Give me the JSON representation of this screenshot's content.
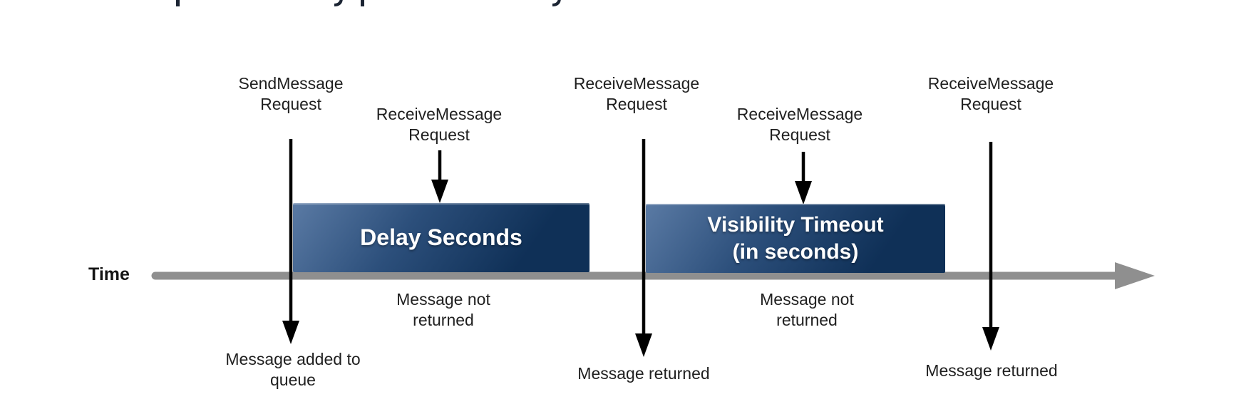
{
  "diagram": {
    "time_axis": {
      "label": "Time"
    },
    "bars": [
      {
        "title": "Delay Seconds"
      },
      {
        "title": "Visibility Timeout\n(in seconds)"
      }
    ],
    "events": [
      {
        "label": "SendMessage\nRequest"
      },
      {
        "label": "ReceiveMessage\nRequest"
      },
      {
        "label": "ReceiveMessage\nRequest"
      },
      {
        "label": "ReceiveMessage\nRequest"
      },
      {
        "label": "ReceiveMessage\nRequest"
      }
    ],
    "outcomes": [
      {
        "label": "Message added to\nqueue"
      },
      {
        "label": "Message not\nreturned"
      },
      {
        "label": "Message returned"
      },
      {
        "label": "Message not\nreturned"
      },
      {
        "label": "Message returned"
      }
    ],
    "colors": {
      "bar_gradient_light": "#5a7aa4",
      "bar_gradient_dark": "#0f3057",
      "timeline_gray": "#8f8f8f",
      "arrow_black": "#000000",
      "label_text": "#1f1f1f",
      "bar_text": "#ffffff"
    }
  }
}
